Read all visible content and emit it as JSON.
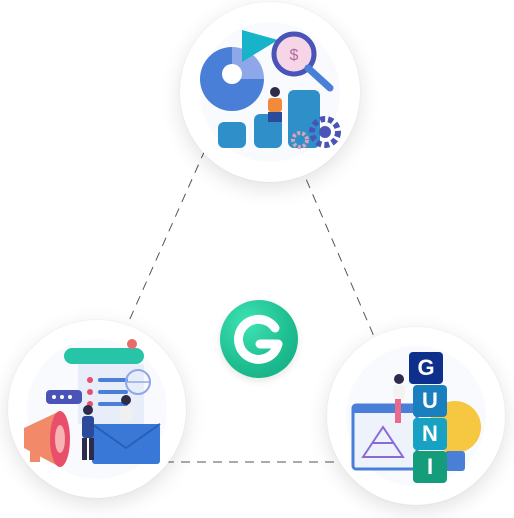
{
  "logo": {
    "glyph": "G",
    "color": "#1fbf92"
  },
  "brand_tiles": [
    "G",
    "U",
    "N",
    "I"
  ],
  "tile_colors": [
    "#0e2f8c",
    "#1a7fbf",
    "#17a2c4",
    "#159c7a"
  ],
  "illustrations": {
    "top": "data-analytics-illustration",
    "left": "marketing-megaphone-illustration",
    "right": "idea-lightbulb-illustration"
  }
}
